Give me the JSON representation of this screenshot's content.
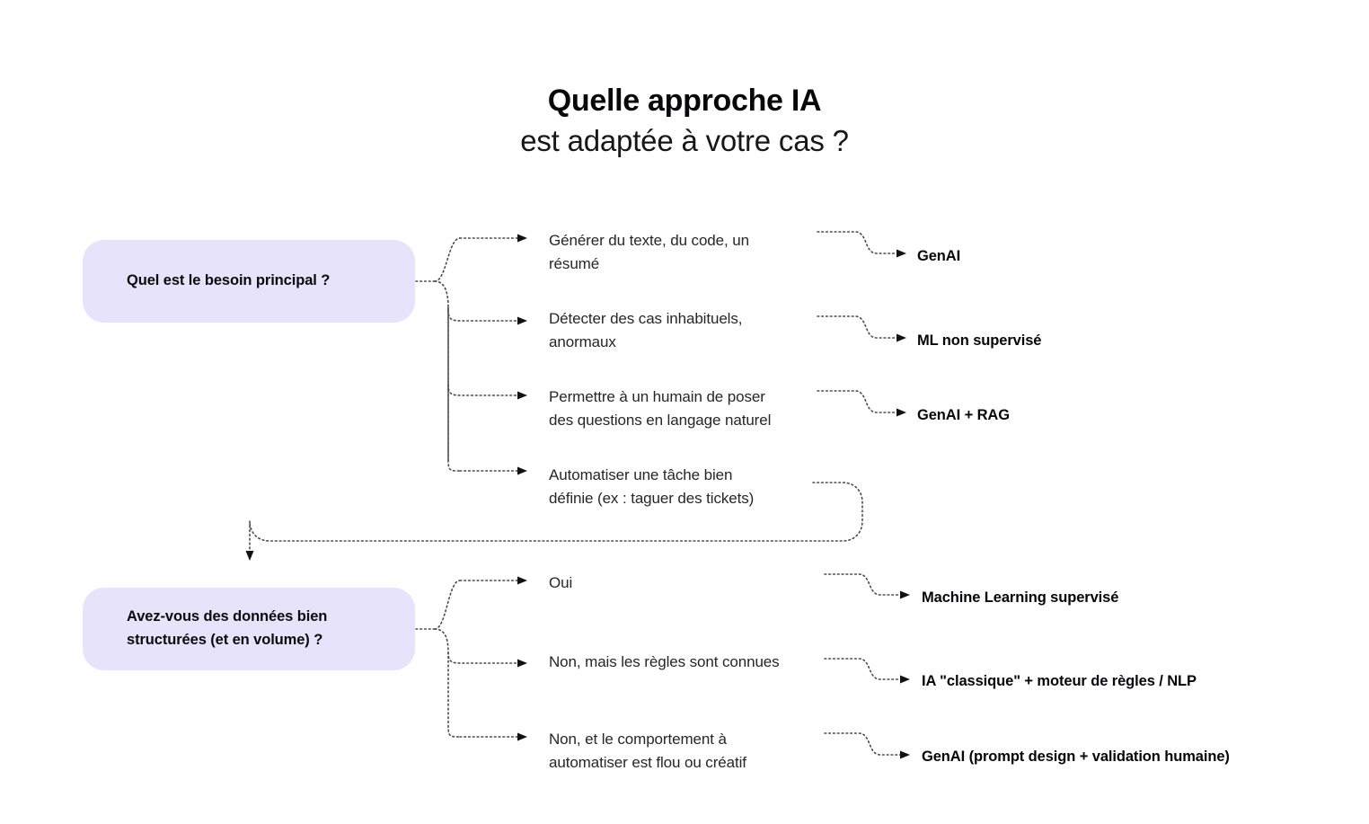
{
  "title": {
    "line1": "Quelle approche IA",
    "line2": "est adaptée à votre cas ?"
  },
  "colors": {
    "background": "#ffffff",
    "node_fill": "#e6e3fa",
    "connector": "#4a4a55",
    "branch_text": "#26262b",
    "outcome_text": "#06060a"
  },
  "nodes": [
    {
      "id": "besoin-principal",
      "question": "Quel est le besoin principal ?",
      "branches": [
        {
          "option": "Générer du texte, du code, un\nrésumé",
          "outcome": "GenAI"
        },
        {
          "option": "Détecter des cas inhabituels,\nanormaux",
          "outcome": "ML non supervisé"
        },
        {
          "option": "Permettre à un humain de poser\ndes questions en langage naturel",
          "outcome": "GenAI + RAG"
        },
        {
          "option": "Automatiser une tâche bien\ndéfinie (ex : taguer des tickets)",
          "outcome": ""
        }
      ]
    },
    {
      "id": "donnees-structurees",
      "question": "Avez-vous des données bien\nstructurées (et en volume) ?",
      "branches": [
        {
          "option": "Oui",
          "outcome": "Machine Learning supervisé"
        },
        {
          "option": "Non, mais les règles sont connues",
          "outcome": "IA \"classique\" + moteur de règles / NLP"
        },
        {
          "option": "Non, et le comportement à\nautomatiser est flou ou créatif",
          "outcome": "GenAI (prompt design + validation humaine)"
        }
      ]
    }
  ]
}
